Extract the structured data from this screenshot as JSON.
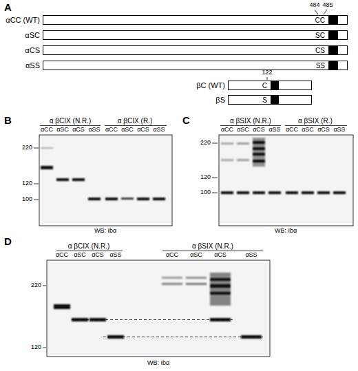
{
  "diagram": {
    "nodes": [
      {
        "text": [
          "αCC (WT)",
          "CC"
        ]
      },
      {
        "text": [
          "αSC",
          "SC"
        ]
      },
      {
        "text": [
          "αCS",
          "CS"
        ]
      },
      {
        "text": [
          "αSS",
          "SS"
        ]
      },
      {
        "text": [
          "βC (WT)",
          "C"
        ]
      },
      {
        "text": [
          "βS",
          "S"
        ]
      }
    ],
    "labels": [
      "A",
      "484",
      "485",
      "122",
      "B",
      "α βCIX (N.R.)",
      "α βCIX (R.)",
      "αCC",
      "αSC",
      "αCS",
      "αSS",
      "αCC",
      "αSC",
      "αCS",
      "αSS",
      "220",
      "120",
      "100",
      "WB: Ibα",
      "C",
      "α βSIX (N.R.)",
      "α βSIX (R.)",
      "αCC",
      "αSC",
      "αCS",
      "αSS",
      "αCC",
      "αSC",
      "αCS",
      "αSS",
      "220",
      "120",
      "100",
      "WB: Ibα",
      "D",
      "α βCIX (N.R.)",
      "α βSIX (N.R.)",
      "αCC",
      "αSC",
      "αCS",
      "αSS",
      "αCC",
      "αSC",
      "αCS",
      "αSS",
      "220",
      "120",
      "WB: Ibα"
    ]
  }
}
